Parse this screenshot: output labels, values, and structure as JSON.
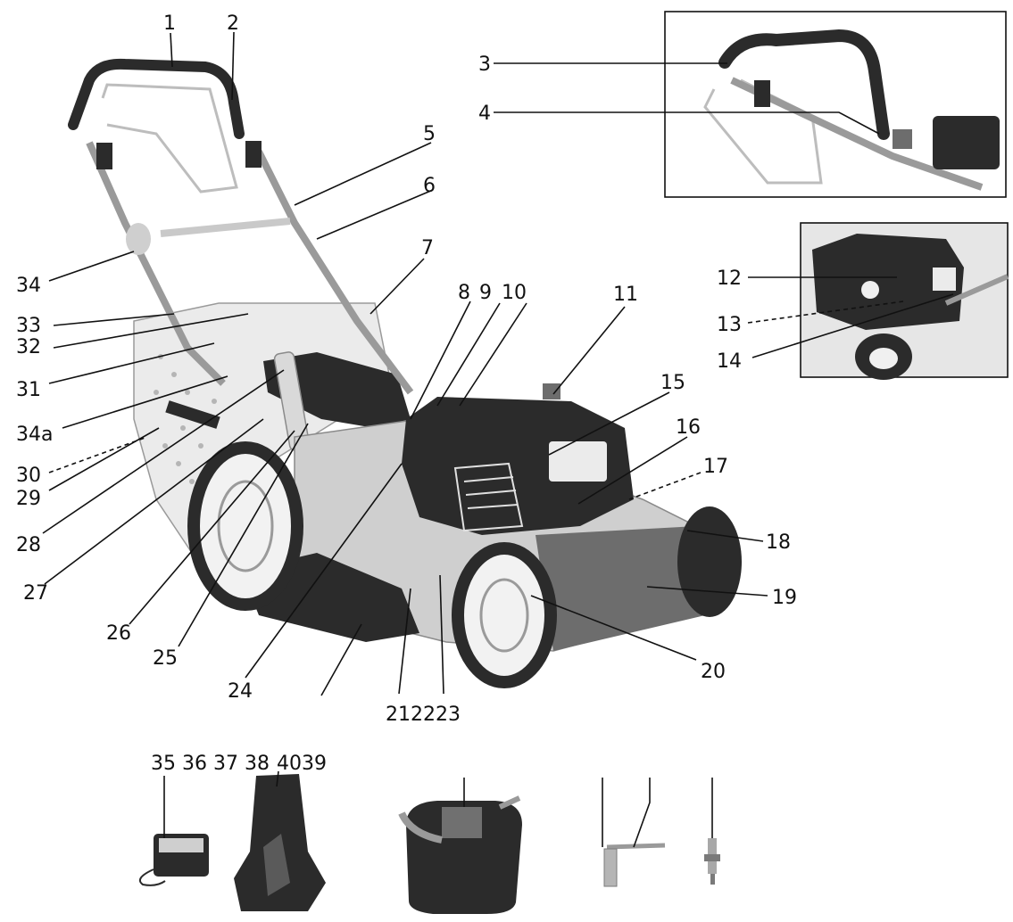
{
  "labels": {
    "l1": "1",
    "l2": "2",
    "l3": "3",
    "l4": "4",
    "l5": "5",
    "l6": "6",
    "l7": "7",
    "l8": "8",
    "l9": "9",
    "l10": "10",
    "l11": "11",
    "l12": "12",
    "l13": "13",
    "l14": "14",
    "l15": "15",
    "l16": "16",
    "l17": "17",
    "l18": "18",
    "l19": "19",
    "l20": "20",
    "l21_23": "212223",
    "l24": "24",
    "l25": "25",
    "l26": "26",
    "l27": "27",
    "l28": "28",
    "l29": "29",
    "l30": "30",
    "l31": "31",
    "l32": "32",
    "l33": "33",
    "l34": "34",
    "l34a": "34a",
    "l35": "35",
    "l36": "36",
    "l37": "37",
    "l38": "38",
    "l40_39": "4039"
  },
  "colors": {
    "line": "#111111",
    "dark": "#2b2b2b",
    "mid": "#6d6d6d",
    "light": "#cfcfcf"
  }
}
